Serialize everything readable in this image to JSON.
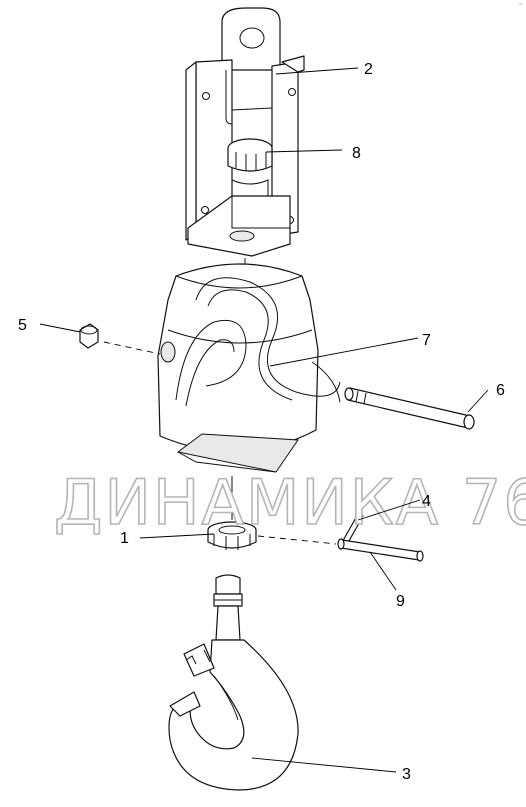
{
  "watermark": "ДИНАМИКА 76",
  "callouts": [
    "1",
    "2",
    "3",
    "4",
    "5",
    "6",
    "7",
    "8",
    "9"
  ],
  "corner_mark": "~"
}
